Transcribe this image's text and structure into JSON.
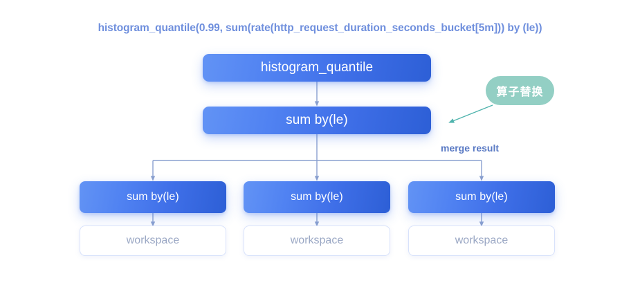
{
  "diagram": {
    "title": "histogram_quantile(0.99, sum(rate(http_request_duration_seconds_bucket[5m])) by (le))",
    "root": {
      "label": "histogram_quantile"
    },
    "merge_node": {
      "label": "sum by(le)"
    },
    "badge": {
      "label": "算子替换"
    },
    "caption": {
      "label": "merge result"
    },
    "branches": [
      {
        "operator": "sum by(le)",
        "source": "workspace"
      },
      {
        "operator": "sum by(le)",
        "source": "workspace"
      },
      {
        "operator": "sum by(le)",
        "source": "workspace"
      }
    ],
    "colors": {
      "node_gradient_start": "#6293f5",
      "node_gradient_end": "#2d5fd6",
      "badge_fill": "#93cfc4",
      "badge_arrow": "#4fb3ad",
      "title_text": "#6f8fdd",
      "caption_text": "#5a7ac4",
      "leaf_border": "#d8e2fb",
      "leaf_text": "#9aa7c4",
      "connector": "#8aa0cf",
      "background": "#ffffff"
    }
  }
}
